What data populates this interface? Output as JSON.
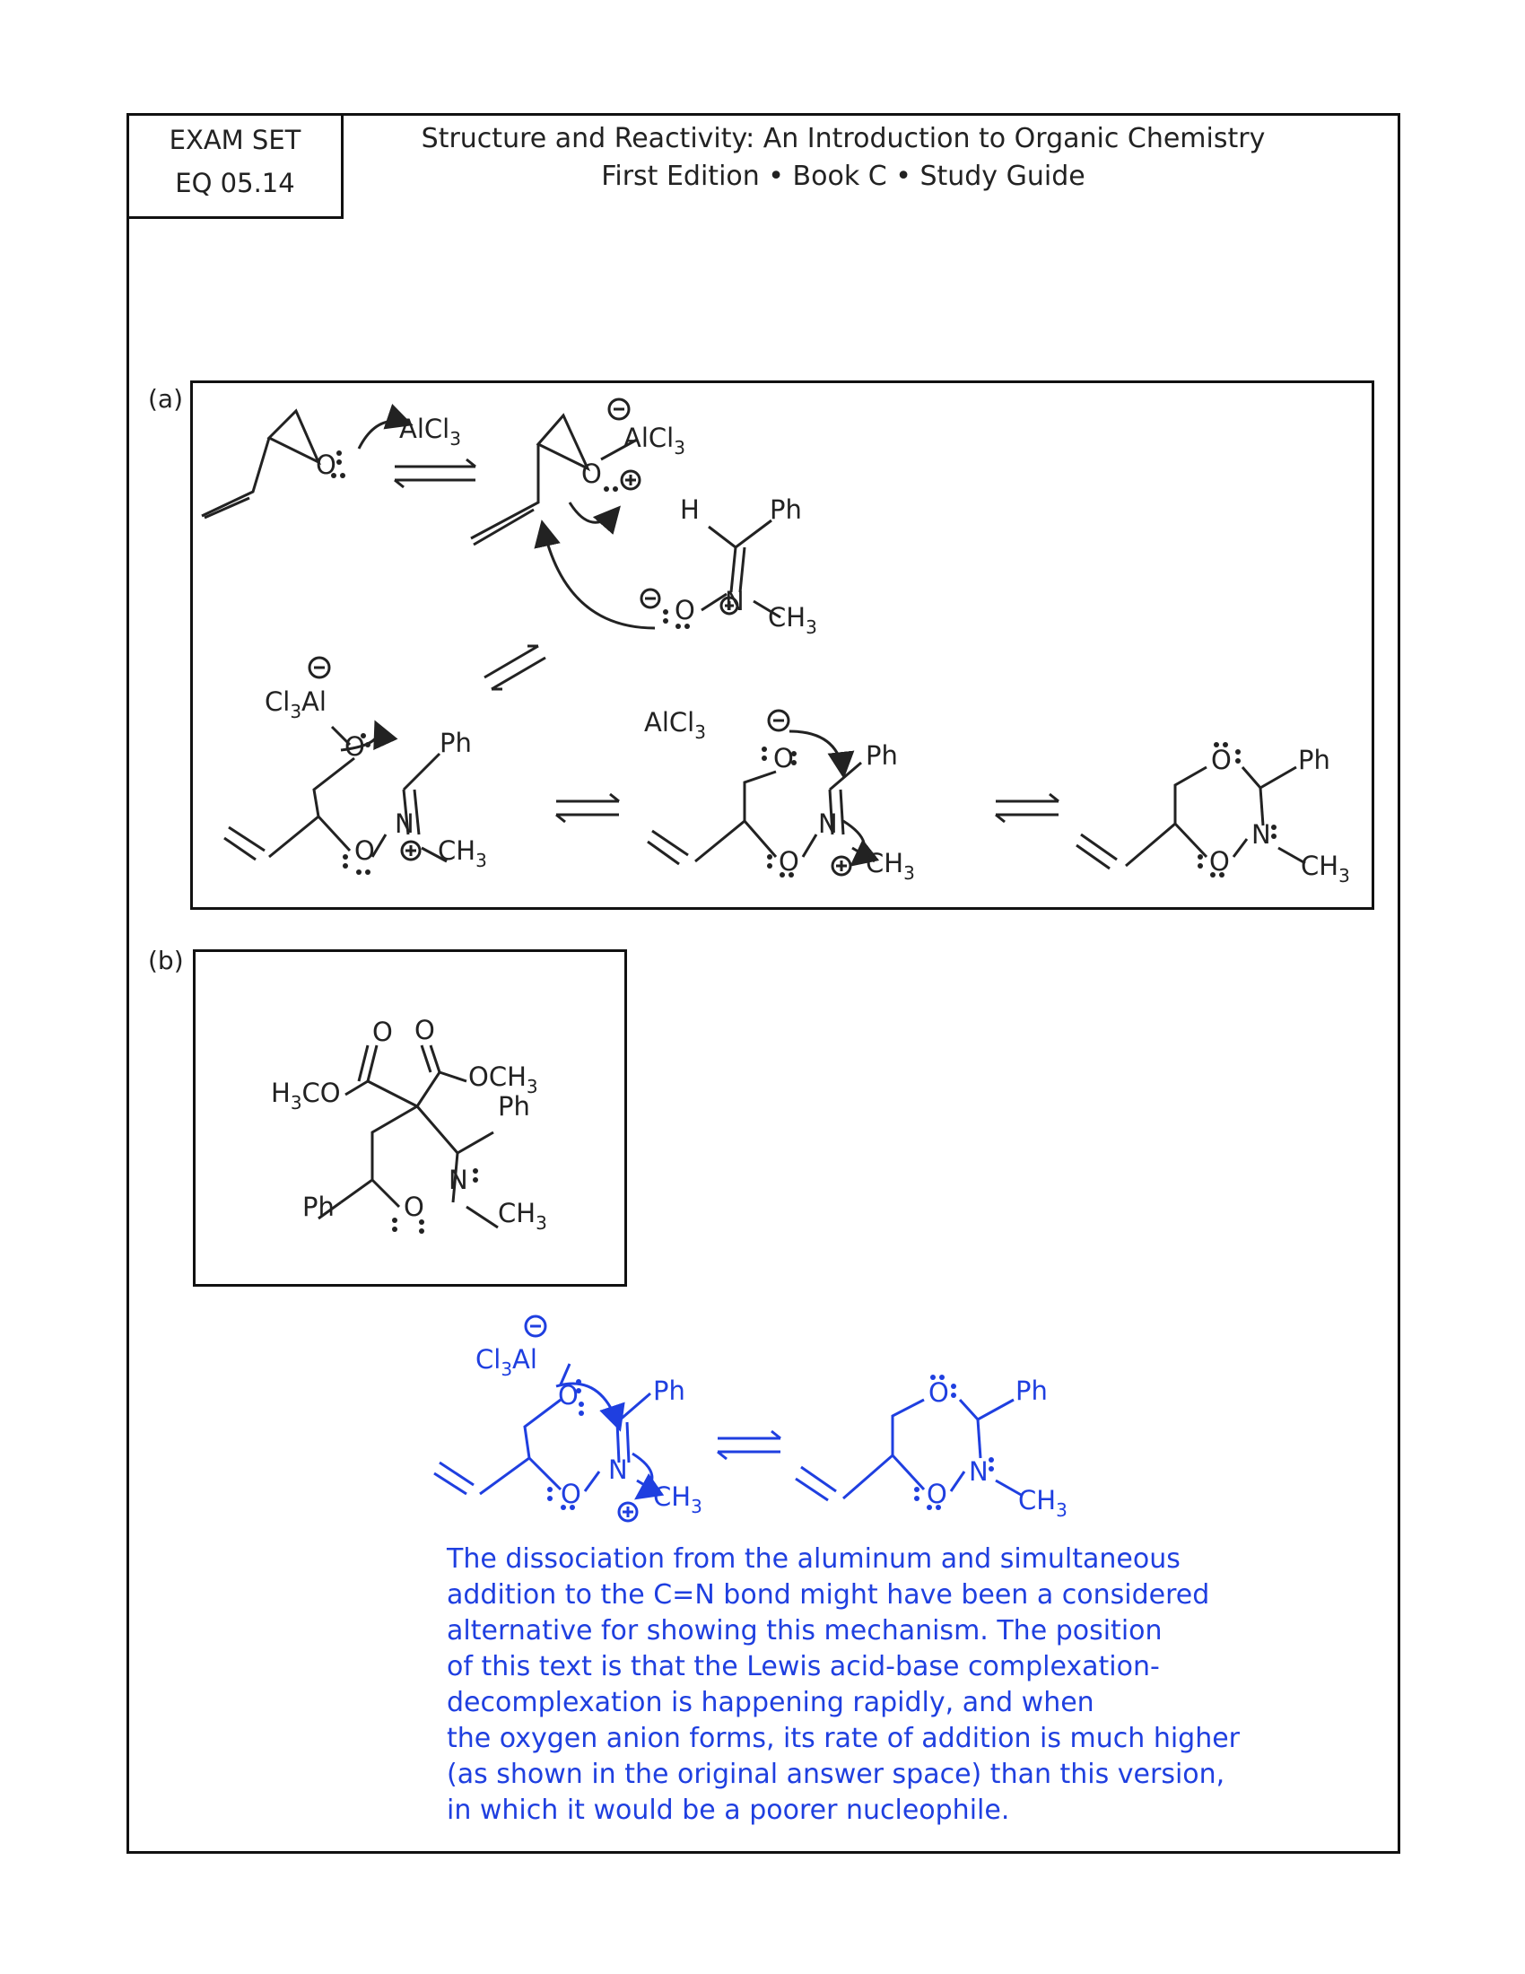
{
  "exam_label": {
    "line1": "EXAM SET",
    "line2": "EQ 05.14"
  },
  "header": {
    "title": "Structure and Reactivity: An Introduction to Organic Chemistry",
    "subtitle": "First Edition • Book C • Study Guide"
  },
  "part_a": {
    "label": "(a)",
    "reagents": {
      "lewis_acid": "AlCl",
      "lewis_acid_sub": "3",
      "al_complex": "Cl",
      "al_complex_sub": "3",
      "al_complex_tail": "Al",
      "methyl": "CH",
      "methyl_sub": "3",
      "phenyl": "Ph",
      "hydrogen": "H",
      "oxygen": "O",
      "nitrogen": "N"
    }
  },
  "part_b": {
    "label": "(b)",
    "ester_left": "H",
    "ester_left_sub": "3",
    "ester_left_tail": "CO",
    "ester_right": "OCH",
    "ester_right_sub": "3",
    "carbonyl_o": "O"
  },
  "explanation": {
    "lines": [
      "The dissociation from the aluminum and simultaneous",
      "addition to the C=N bond might have been a considered",
      "alternative for showing this mechanism. The position",
      "of this text is that the Lewis acid-base complexation-",
      "decomplexation is happening rapidly, and when",
      "the oxygen anion forms, its rate of addition is much higher",
      "(as shown in the original answer space) than this version,",
      "in which it would be a poorer nucleophile."
    ]
  },
  "colors": {
    "ink": "#222222",
    "annotation": "#1f3fe0"
  }
}
